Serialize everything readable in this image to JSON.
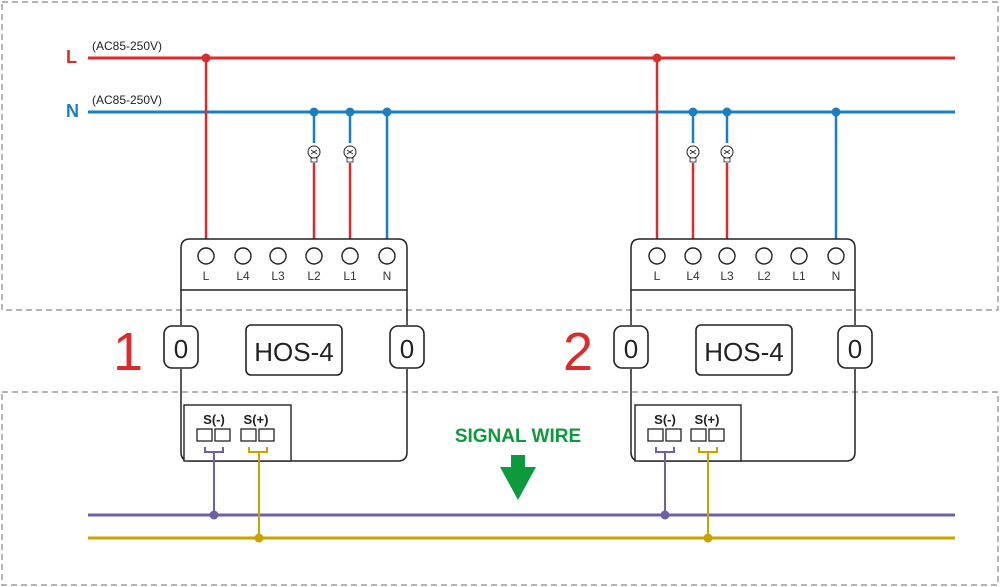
{
  "colors": {
    "live": "#d92c2c",
    "neutral": "#1a7fc1",
    "signal_neg": "#6f5fa8",
    "signal_pos": "#c8a400",
    "signal_arrow": "#0d9a3c",
    "module_number": "#d92c2c",
    "outline": "#222222"
  },
  "lines": {
    "live_label": "L",
    "live_voltage": "(AC85-250V)",
    "neutral_label": "N",
    "neutral_voltage": "(AC85-250V)"
  },
  "signal": {
    "label": "SIGNAL WIRE",
    "arrow_icon": "down-arrow-icon"
  },
  "modules": [
    {
      "number": "1",
      "model": "HOS-4",
      "knob_left": "0",
      "knob_right": "0",
      "terminals": [
        "L",
        "L4",
        "L3",
        "L2",
        "L1",
        "N"
      ],
      "signal_neg": "S(-)",
      "signal_pos": "S(+)"
    },
    {
      "number": "2",
      "model": "HOS-4",
      "knob_left": "0",
      "knob_right": "0",
      "terminals": [
        "L",
        "L4",
        "L3",
        "L2",
        "L1",
        "N"
      ],
      "signal_neg": "S(-)",
      "signal_pos": "S(+)"
    }
  ]
}
